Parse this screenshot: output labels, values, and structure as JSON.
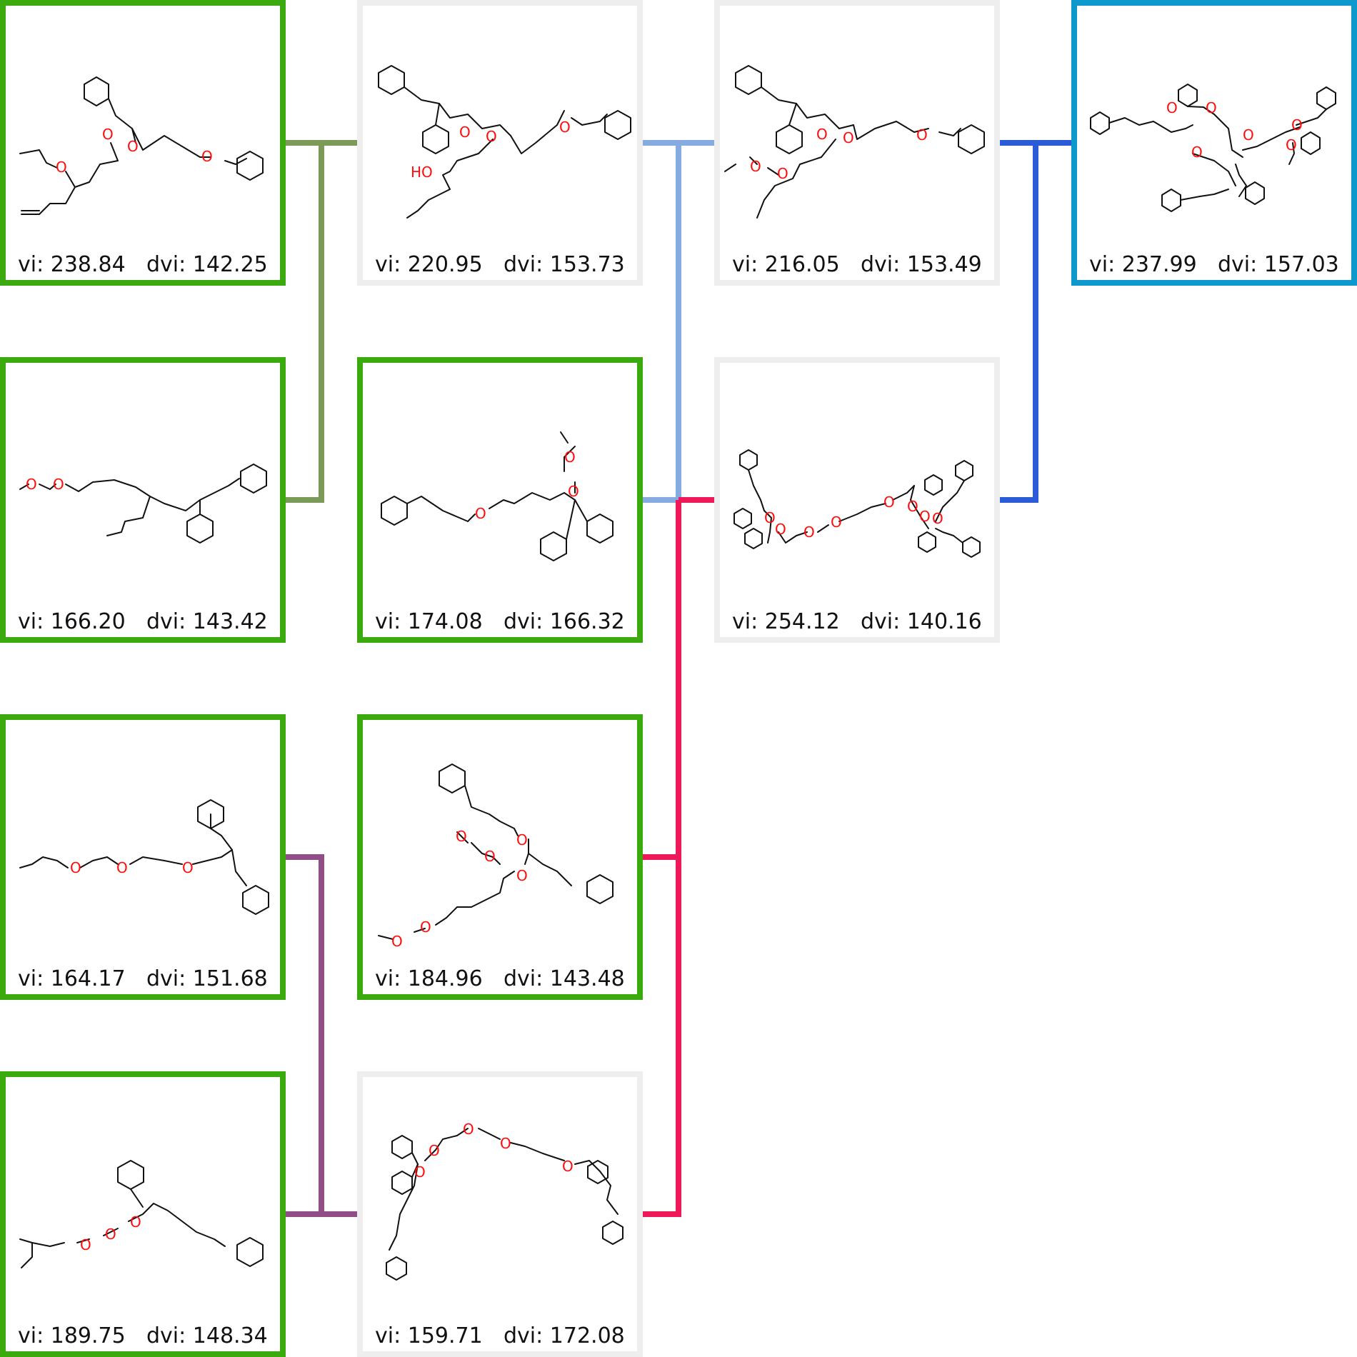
{
  "nodes": [
    {
      "id": "n1",
      "vi": "vi: 238.84",
      "dvi": "dvi: 142.25",
      "state": "green",
      "atoms": [
        "O",
        "O",
        "O",
        "O"
      ]
    },
    {
      "id": "n2",
      "vi": "vi: 166.20",
      "dvi": "dvi: 143.42",
      "state": "green",
      "atoms": [
        "O",
        "O"
      ]
    },
    {
      "id": "n3",
      "vi": "vi: 164.17",
      "dvi": "dvi: 151.68",
      "state": "green",
      "atoms": [
        "O",
        "O",
        "O"
      ]
    },
    {
      "id": "n4",
      "vi": "vi: 189.75",
      "dvi": "dvi: 148.34",
      "state": "green",
      "atoms": [
        "O",
        "O",
        "O"
      ]
    },
    {
      "id": "n5",
      "vi": "vi: 220.95",
      "dvi": "dvi: 153.73",
      "state": "grey",
      "atoms": [
        "O",
        "O",
        "O",
        "HO"
      ]
    },
    {
      "id": "n6",
      "vi": "vi: 174.08",
      "dvi": "dvi: 166.32",
      "state": "green",
      "atoms": [
        "O",
        "O",
        "O"
      ]
    },
    {
      "id": "n7",
      "vi": "vi: 184.96",
      "dvi": "dvi: 143.48",
      "state": "green",
      "atoms": [
        "O",
        "O",
        "O",
        "O",
        "O",
        "O"
      ]
    },
    {
      "id": "n8",
      "vi": "vi: 159.71",
      "dvi": "dvi: 172.08",
      "state": "grey",
      "atoms": [
        "O",
        "O",
        "O",
        "O",
        "O"
      ]
    },
    {
      "id": "n9",
      "vi": "vi: 216.05",
      "dvi": "dvi: 153.49",
      "state": "grey",
      "atoms": [
        "O",
        "O",
        "O",
        "O",
        "O"
      ]
    },
    {
      "id": "n10",
      "vi": "vi: 254.12",
      "dvi": "dvi: 140.16",
      "state": "grey",
      "atoms": [
        "O",
        "O",
        "O",
        "O",
        "O",
        "O",
        "O",
        "O"
      ]
    },
    {
      "id": "n11",
      "vi": "vi: 237.99",
      "dvi": "dvi: 157.03",
      "state": "blue",
      "atoms": [
        "O",
        "O",
        "O",
        "O",
        "O",
        "O"
      ]
    }
  ],
  "colors": {
    "green": "#3aaa0e",
    "grey": "#eeeeee",
    "blue": "#0d99cc",
    "olive": "#7b9a58",
    "light_blue": "#86abe0",
    "royal_blue": "#2b5bd6",
    "crimson": "#ee1958",
    "purple": "#8f4e86"
  },
  "edges": [
    {
      "from": [
        "n1",
        "n2"
      ],
      "to": "n5",
      "color": "olive"
    },
    {
      "from": [
        "n3",
        "n4"
      ],
      "to": "n8",
      "color": "purple"
    },
    {
      "from": [
        "n5",
        "n6"
      ],
      "to": "n9",
      "color": "light_blue"
    },
    {
      "from": [
        "n7",
        "n8"
      ],
      "to": "n10",
      "color": "crimson"
    },
    {
      "from": [
        "n9",
        "n10"
      ],
      "to": "n11",
      "color": "royal_blue"
    }
  ]
}
